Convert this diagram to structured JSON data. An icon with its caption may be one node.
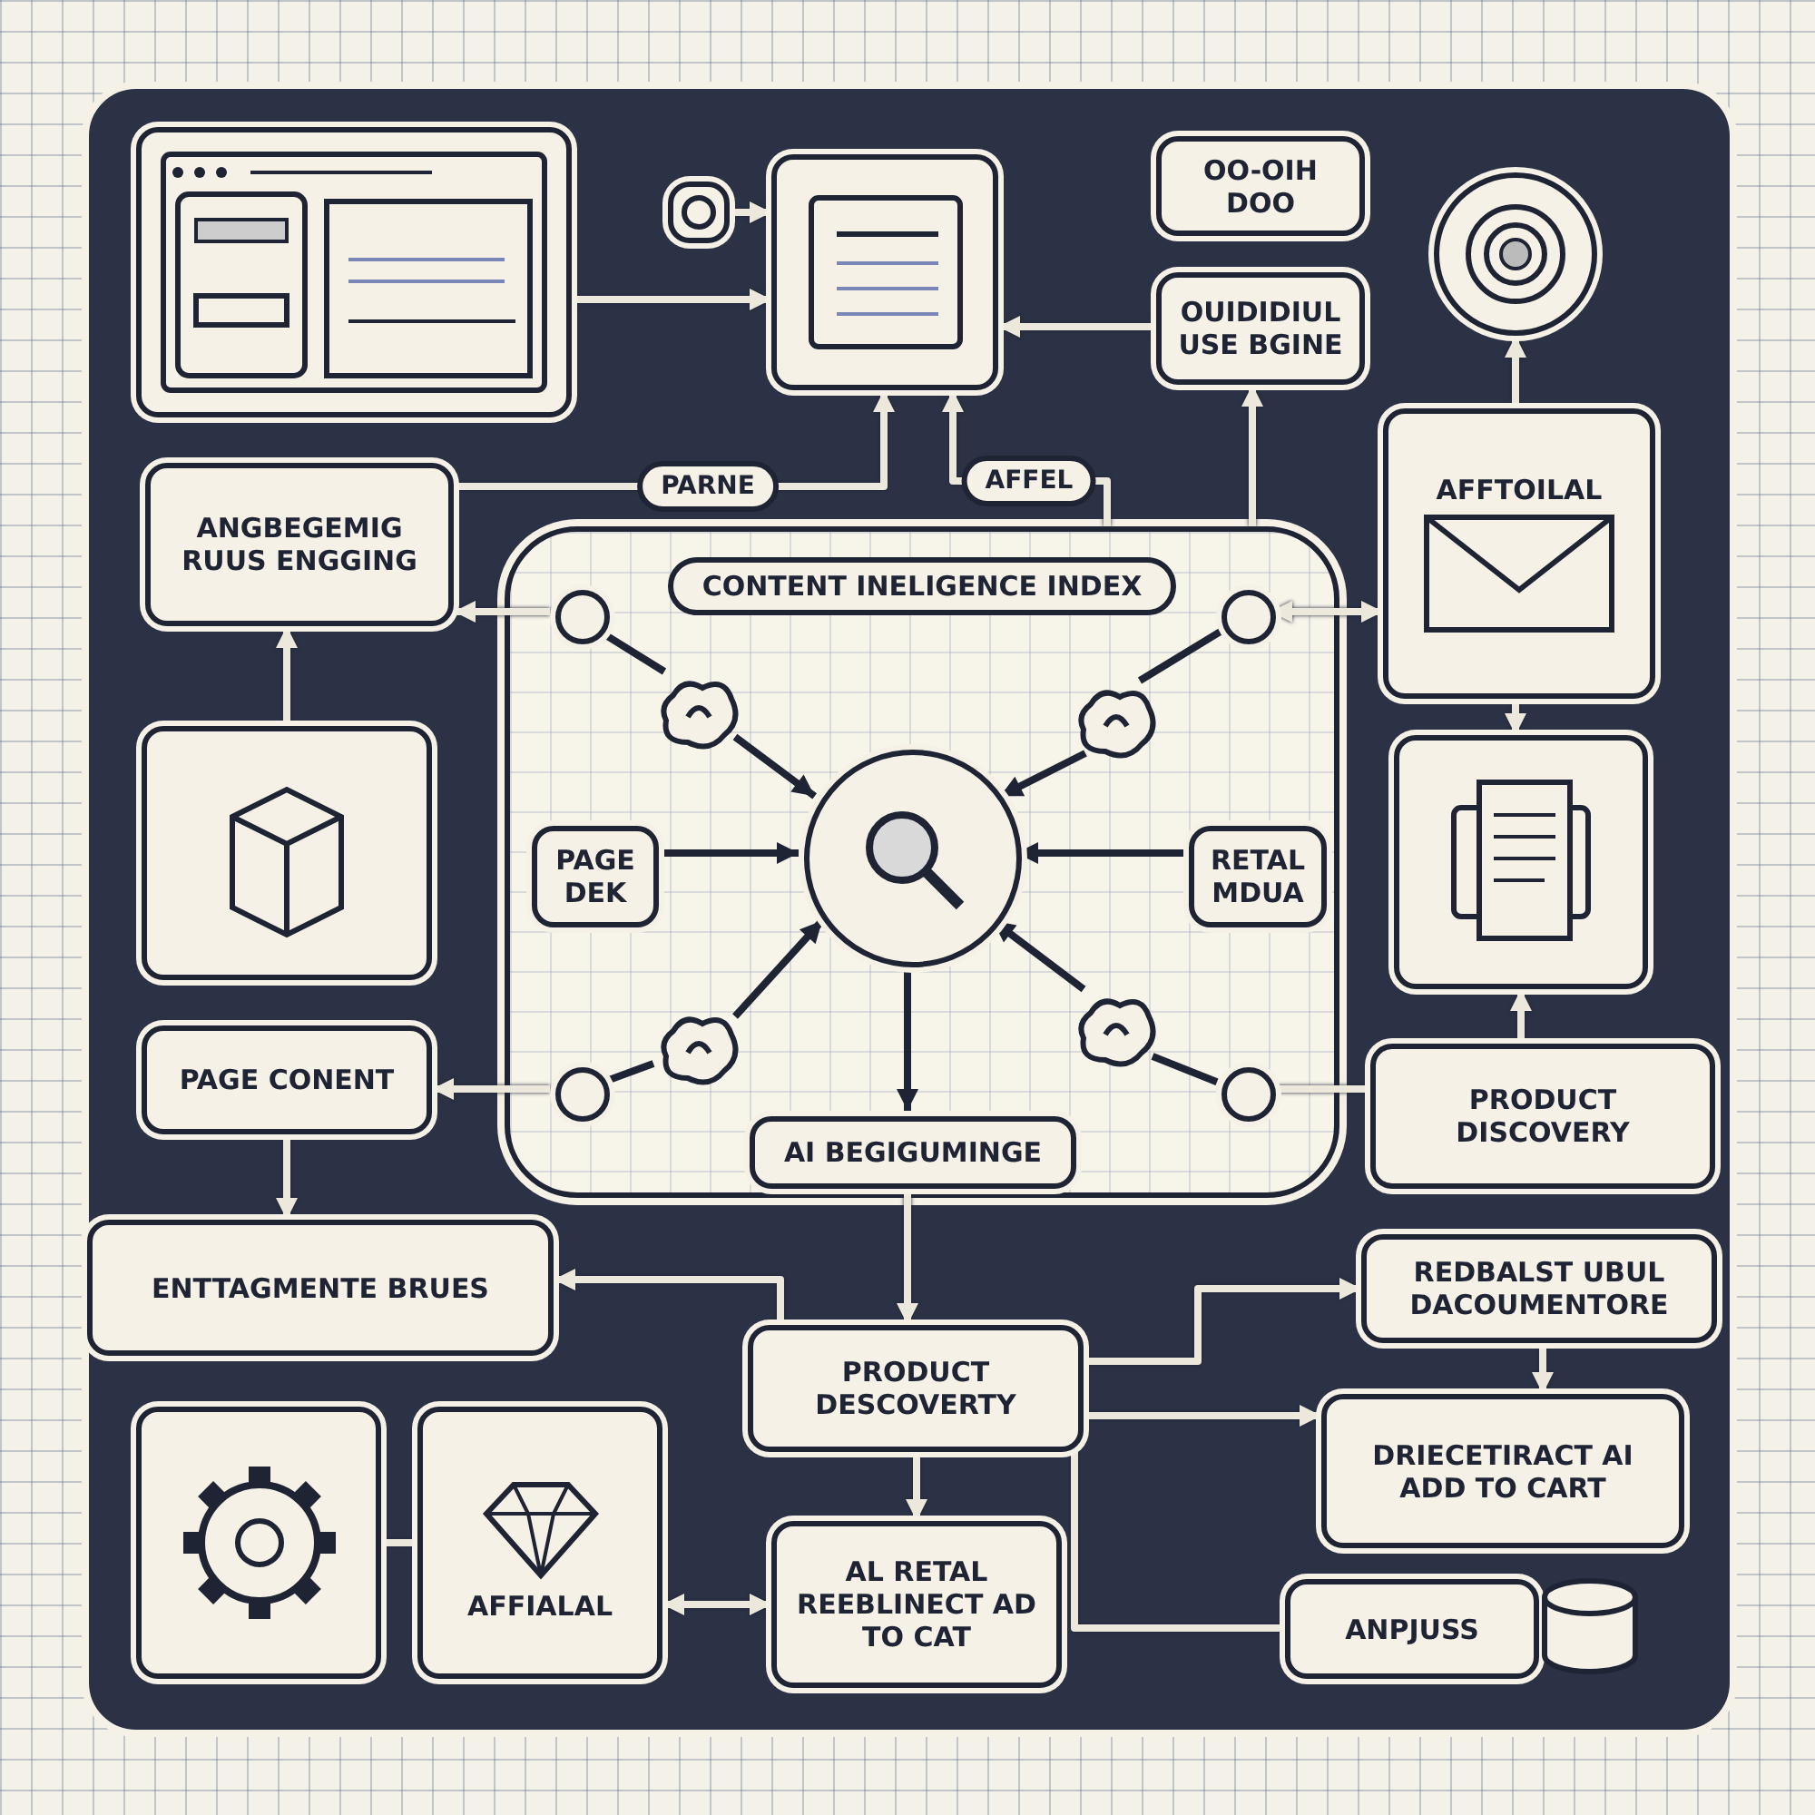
{
  "diagram": {
    "nodes": [
      {
        "text": [],
        "shape": "picture"
      },
      {
        "text": [],
        "shape": "box"
      },
      {
        "text": [],
        "shape": "box"
      },
      {
        "text": [
          "OO-OIH DOO"
        ]
      },
      {
        "text": [
          "OUIDIDIUL USE BGINE"
        ]
      },
      {
        "text": [],
        "shape": "circle"
      },
      {
        "text": [
          "ANGBEGEMIG RUUS ENGGING"
        ]
      },
      {
        "text": [
          "AFFTOILAL"
        ]
      },
      {
        "text": [
          "CONTENT INELIGENCE INDEX"
        ]
      },
      {
        "text": [],
        "shape": "circle",
        "in": 8
      },
      {
        "text": [],
        "shape": "circle",
        "in": 8
      },
      {
        "text": [],
        "shape": "cloud",
        "in": 8
      },
      {
        "text": [],
        "shape": "cloud",
        "in": 8
      },
      {
        "text": [
          "PAGE DEK"
        ],
        "in": 8
      },
      {
        "text": [],
        "shape": "circle",
        "in": 8
      },
      {
        "text": [
          "RETAL MDUA"
        ],
        "in": 8
      },
      {
        "text": [],
        "shape": "cloud",
        "in": 8
      },
      {
        "text": [],
        "shape": "cloud",
        "in": 8
      },
      {
        "text": [],
        "shape": "circle",
        "in": 8
      },
      {
        "text": [],
        "shape": "circle",
        "in": 8
      },
      {
        "text": [
          "AI BEGIGUMINGE"
        ],
        "in": 8
      },
      {
        "text": [],
        "shape": "box"
      },
      {
        "text": [],
        "shape": "box"
      },
      {
        "text": [
          "PAGE CONENT"
        ]
      },
      {
        "text": [
          "PRODUCT DISCOVERY"
        ]
      },
      {
        "text": [
          "ENTTAGMENTE BRUES"
        ]
      },
      {
        "text": [
          "PRODUCT DESCOVERTY"
        ]
      },
      {
        "text": [
          "REDBALST UBUL DACOUMENTORE"
        ]
      },
      {
        "text": [],
        "shape": "box"
      },
      {
        "text": [
          "AFFIALAL"
        ]
      },
      {
        "text": [
          "AL RETAL REEBLINECT AD TO CAT"
        ]
      },
      {
        "text": [
          "DRIECETIRACT AI ADD TO CART"
        ]
      },
      {
        "text": [
          "ANPJUSS"
        ]
      }
    ],
    "edges": [
      {
        "from": 0,
        "to": 2,
        "arrow": "to"
      },
      {
        "from": 1,
        "to": 2,
        "arrow": "to"
      },
      {
        "from": 4,
        "to": 2,
        "arrow": "to"
      },
      {
        "from": 6,
        "to": 2,
        "label": "PARNE",
        "arrow": "to"
      },
      {
        "from": 8,
        "to": 2,
        "label": "AFFEL",
        "arrow": "to"
      },
      {
        "from": 8,
        "to": 4,
        "arrow": "to"
      },
      {
        "from": 7,
        "to": 5,
        "arrow": "to"
      },
      {
        "from": 9,
        "to": 6,
        "arrow": "to"
      },
      {
        "from": 10,
        "to": 7,
        "arrow": "both"
      },
      {
        "from": 9,
        "to": 11,
        "arrow": "none",
        "color": "#1f2435"
      },
      {
        "from": 11,
        "to": 14,
        "arrow": "to",
        "color": "#1f2435"
      },
      {
        "from": 10,
        "to": 12,
        "arrow": "none",
        "color": "#1f2435"
      },
      {
        "from": 12,
        "to": 14,
        "arrow": "to",
        "color": "#1f2435"
      },
      {
        "from": 13,
        "to": 14,
        "arrow": "to",
        "color": "#1f2435"
      },
      {
        "from": 15,
        "to": 14,
        "arrow": "to",
        "color": "#1f2435"
      },
      {
        "from": 18,
        "to": 16,
        "arrow": "none",
        "color": "#1f2435"
      },
      {
        "from": 16,
        "to": 14,
        "arrow": "to",
        "color": "#1f2435"
      },
      {
        "from": 19,
        "to": 17,
        "arrow": "none",
        "color": "#1f2435"
      },
      {
        "from": 17,
        "to": 14,
        "arrow": "to",
        "color": "#1f2435"
      },
      {
        "from": 14,
        "to": 20,
        "arrow": "to",
        "color": "#1f2435"
      },
      {
        "from": 18,
        "to": 23,
        "arrow": "to"
      },
      {
        "from": 19,
        "to": 24,
        "arrow": "none"
      },
      {
        "from": 21,
        "to": 6,
        "arrow": "to"
      },
      {
        "from": 23,
        "to": 25,
        "arrow": "to"
      },
      {
        "from": 7,
        "to": 22,
        "arrow": "to"
      },
      {
        "from": 24,
        "to": 22,
        "arrow": "to"
      },
      {
        "from": 20,
        "to": 26,
        "arrow": "to"
      },
      {
        "from": 26,
        "to": 25,
        "arrow": "to"
      },
      {
        "from": 26,
        "to": 30,
        "arrow": "to"
      },
      {
        "from": 30,
        "to": 29,
        "arrow": "both"
      },
      {
        "from": 28,
        "to": 29,
        "arrow": "none"
      },
      {
        "from": 26,
        "to": 31,
        "arrow": "to"
      },
      {
        "from": 26,
        "to": 27,
        "arrow": "to"
      },
      {
        "from": 27,
        "to": 31,
        "arrow": "to"
      },
      {
        "from": 26,
        "to": 32,
        "arrow": "none"
      }
    ]
  }
}
